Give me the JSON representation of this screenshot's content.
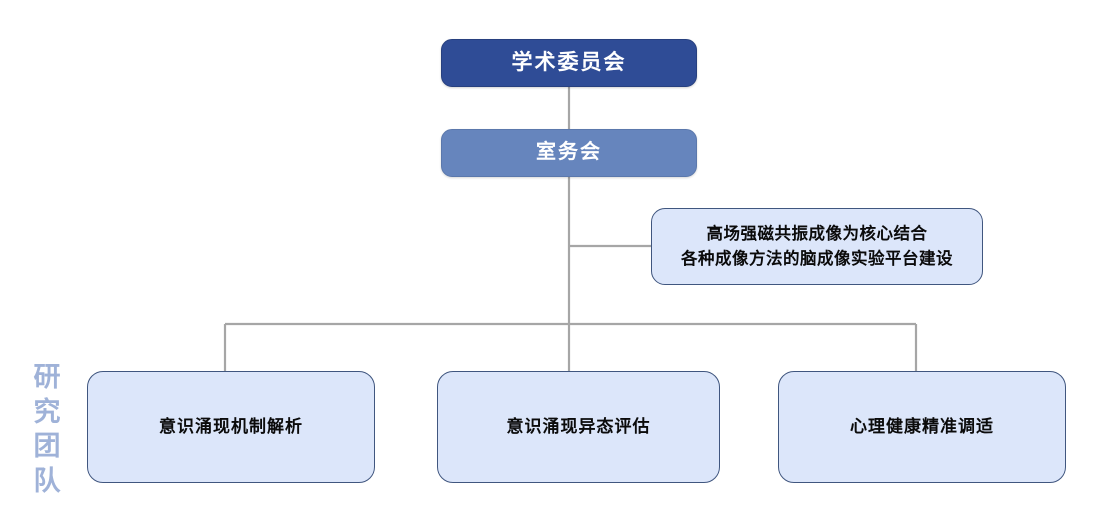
{
  "diagram": {
    "type": "organization-chart",
    "title_text_present": false,
    "side_caption": {
      "text": "研究团队",
      "characters": [
        "研",
        "究",
        "团",
        "队"
      ],
      "color": "#9FB2D8",
      "orientation": "vertical"
    },
    "colors": {
      "level_top_fill": "#2F4C96",
      "level_top_text": "#FFFFFF",
      "level_second_fill": "#6685BD",
      "level_second_text": "#FFFFFF",
      "level_light_fill": "#DCE6FA",
      "level_light_border": "#40567F",
      "level_light_text": "#0B0B0B",
      "connector_line": "#A6A6A6",
      "background": "#FFFFFF"
    },
    "nodes": {
      "academic_committee": {
        "label": "学术委员会",
        "level": "top"
      },
      "office_committee": {
        "label": "室务会",
        "level": "second"
      },
      "platform": {
        "label": "高场强磁共振成像为核心结合\n各种成像方法的脑成像实验平台建设",
        "line1": "高场强磁共振成像为核心结合",
        "line2": "各种成像方法的脑成像实验平台建设",
        "level": "light"
      },
      "teams": [
        {
          "label": "意识涌现机制解析",
          "level": "light"
        },
        {
          "label": "意识涌现异态评估",
          "level": "light"
        },
        {
          "label": "心理健康精准调适",
          "level": "light"
        }
      ]
    }
  }
}
